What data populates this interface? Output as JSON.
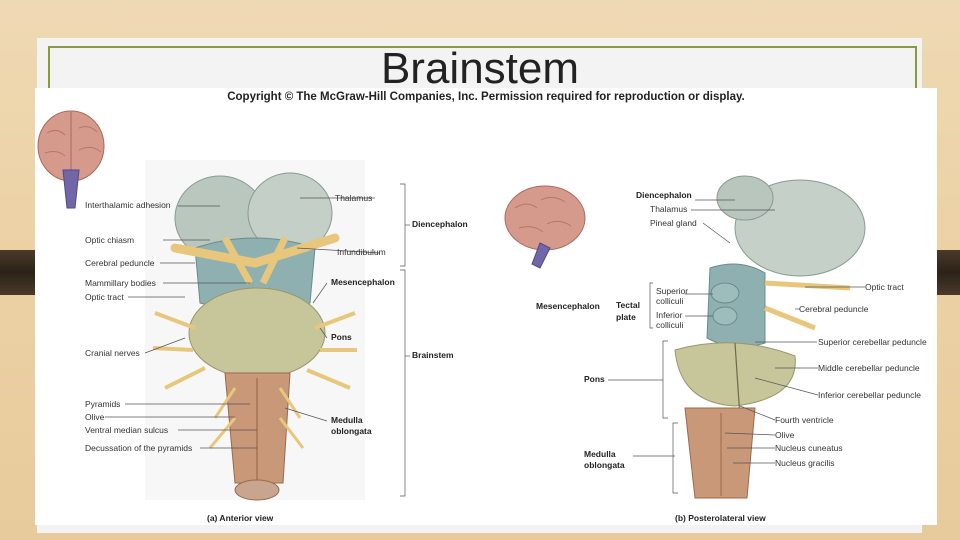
{
  "slide": {
    "title": "Brainstem",
    "copyright": "Copyright © The McGraw-Hill Companies, Inc. Permission required for reproduction or display."
  },
  "anterior": {
    "caption": "(a) Anterior view",
    "left_labels": [
      "Interthalamic adhesion",
      "Optic chiasm",
      "Cerebral peduncle",
      "Mammillary bodies",
      "Optic tract",
      "Cranial nerves",
      "Pyramids",
      "Olive",
      "Ventral median sulcus",
      "Decussation of the pyramids"
    ],
    "right_labels": {
      "thalamus": "Thalamus",
      "infundibulum": "Infundibulum",
      "mesencephalon": "Mesencephalon",
      "pons": "Pons",
      "medulla_1": "Medulla",
      "medulla_2": "oblongata",
      "diencephalon": "Diencephalon",
      "brainstem": "Brainstem"
    }
  },
  "posterolateral": {
    "caption": "(b) Posterolateral view",
    "left_labels": {
      "diencephalon": "Diencephalon",
      "thalamus": "Thalamus",
      "pineal_gland": "Pineal gland",
      "superior_colliculi_1": "Superior",
      "superior_colliculi_2": "colliculi",
      "inferior_colliculi_1": "Inferior",
      "inferior_colliculi_2": "colliculi",
      "mesencephalon": "Mesencephalon",
      "tectal_plate_1": "Tectal",
      "tectal_plate_2": "plate",
      "pons": "Pons",
      "medulla_1": "Medulla",
      "medulla_2": "oblongata"
    },
    "right_labels": [
      "Optic tract",
      "Cerebral peduncle",
      "Superior cerebellar peduncle",
      "Middle cerebellar peduncle",
      "Inferior cerebellar peduncle",
      "Fourth ventricle",
      "Olive",
      "Nucleus cuneatus",
      "Nucleus gracilis"
    ]
  }
}
